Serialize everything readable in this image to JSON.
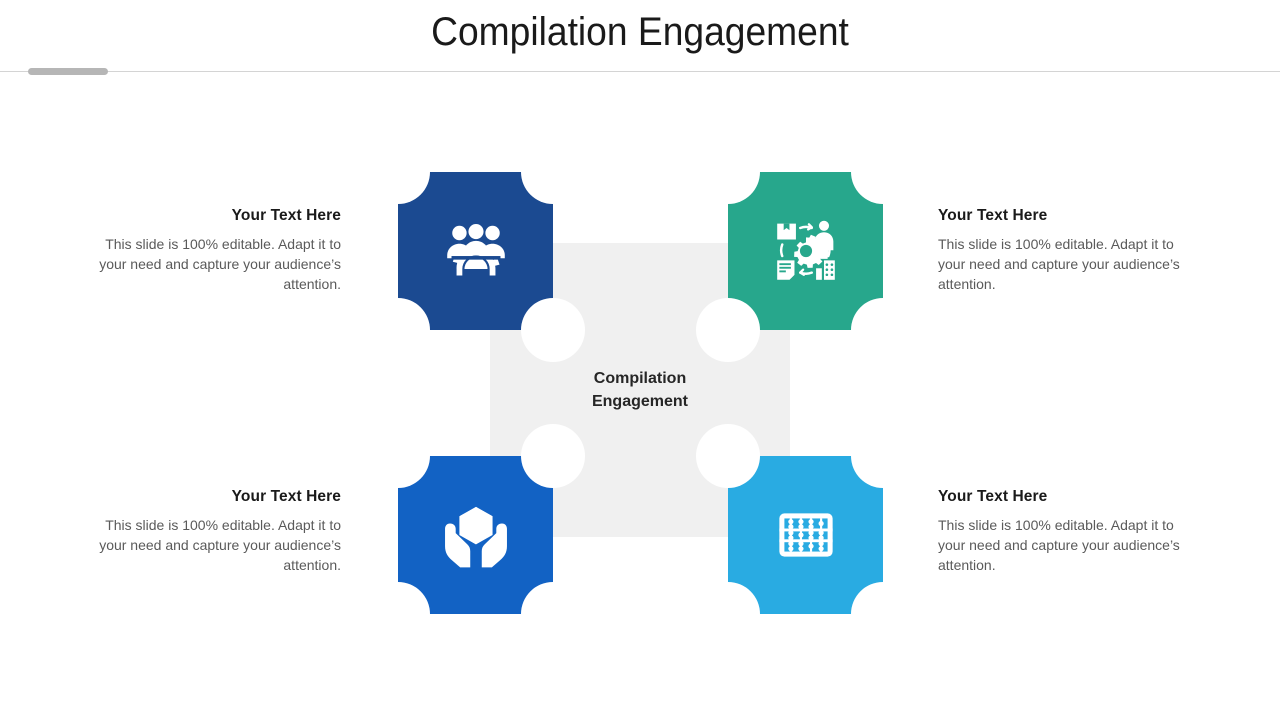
{
  "slide": {
    "title": "Compilation Engagement",
    "accent_colors": {
      "tile_team": "#1b4a91",
      "tile_resources": "#27a78c",
      "tile_care": "#1262c4",
      "tile_abacus": "#29abe2",
      "center_panel": "#f0f0f0",
      "title_rule": "#d4d4d4",
      "title_accent_bar": "#b6b6b6"
    }
  },
  "center": {
    "line1": "Compilation",
    "line2": "Engagement"
  },
  "tiles": [
    {
      "id": "team",
      "icon": "people-gear-icon",
      "color": "#1b4a91"
    },
    {
      "id": "resources",
      "icon": "resource-cycle-gear-icon",
      "color": "#27a78c"
    },
    {
      "id": "care",
      "icon": "hands-holding-cube-icon",
      "color": "#1262c4"
    },
    {
      "id": "abacus",
      "icon": "abacus-icon",
      "color": "#29abe2"
    }
  ],
  "blocks": [
    {
      "position": "top-left",
      "title": "Your Text Here",
      "body": "This slide is 100% editable. Adapt it to your need and capture your audience’s attention."
    },
    {
      "position": "top-right",
      "title": "Your Text Here",
      "body": "This slide is 100% editable. Adapt it to your need and capture your audience’s attention."
    },
    {
      "position": "bottom-left",
      "title": "Your Text Here",
      "body": "This slide is 100% editable. Adapt it to your need and capture your audience’s attention."
    },
    {
      "position": "bottom-right",
      "title": "Your Text Here",
      "body": "This slide is 100% editable. Adapt it to your need and capture your audience’s attention."
    }
  ]
}
